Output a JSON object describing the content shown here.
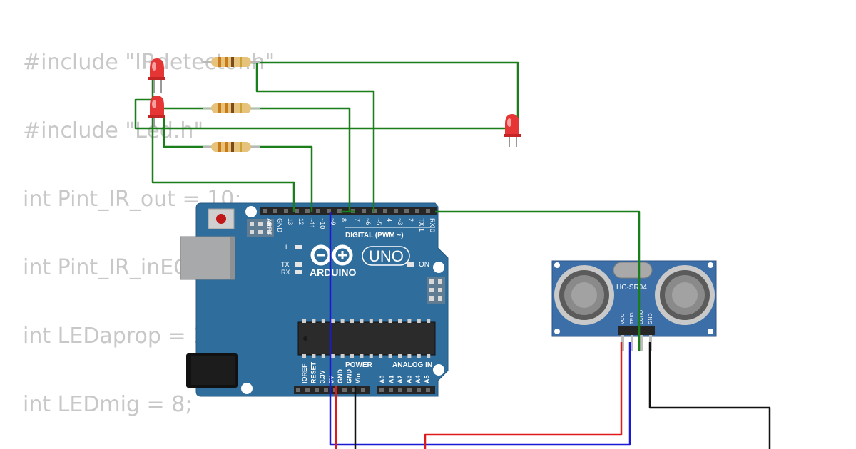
{
  "code": {
    "lines": [
      "#include \"IRdetector.h\"",
      "#include \"Led.h\"",
      "int Pint_IR_out = 10;",
      "int Pint_IR_inEC",
      "int LEDaprop = 1",
      "int LEDmig = 8;"
    ]
  },
  "arduino": {
    "brand": "ARDUINO",
    "model": "UNO",
    "digital_header": "DIGITAL (PWM ~)",
    "power_header": "POWER",
    "analog_header": "ANALOG IN",
    "on_label": "ON",
    "l_label": "L",
    "tx_label": "TX",
    "rx_label": "RX",
    "digital_pins": [
      "AREF",
      "GND",
      "13",
      "12",
      "~11",
      "~10",
      "~9",
      "8",
      "7",
      "~6",
      "~5",
      "4",
      "~3",
      "2",
      "TX 1",
      "RX 0"
    ],
    "power_pins": [
      "IOREF",
      "RESET",
      "3.3V",
      "5V",
      "GND",
      "GND",
      "Vin"
    ],
    "analog_pins": [
      "A0",
      "A1",
      "A2",
      "A3",
      "A4",
      "A5"
    ]
  },
  "sensor": {
    "model": "HC-SR04",
    "pins": [
      "VCC",
      "TRIG",
      "ECHO",
      "GND"
    ]
  },
  "colors": {
    "wire_green": "#1a7f1a",
    "wire_red": "#e01a1a",
    "wire_blue": "#1a1ad6",
    "wire_black": "#111111",
    "board_blue": "#2f6d9c",
    "sensor_blue": "#3c6fa8",
    "code_gray": "#c8c8c8"
  }
}
